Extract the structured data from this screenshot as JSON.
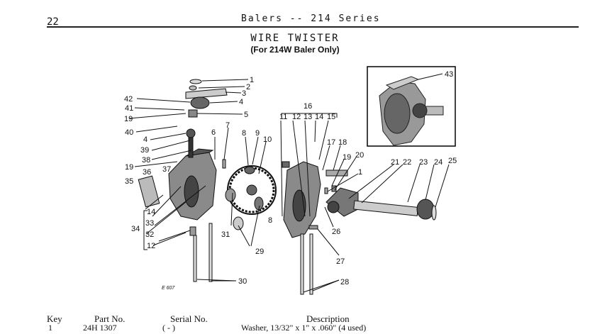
{
  "header": {
    "page_number": "22",
    "running_title": "Balers -- 214 Series"
  },
  "figure": {
    "title": "WIRE TWISTER",
    "subtitle": "(For 214W Baler Only)",
    "caption": "E 607",
    "callouts": [
      "1",
      "2",
      "3",
      "4",
      "5",
      "6",
      "7",
      "8",
      "9",
      "10",
      "11",
      "12",
      "13",
      "14",
      "15",
      "16",
      "17",
      "18",
      "19",
      "20",
      "21",
      "22",
      "23",
      "24",
      "25",
      "26",
      "27",
      "28",
      "29",
      "30",
      "31",
      "32",
      "33",
      "34",
      "35",
      "36",
      "37",
      "38",
      "39",
      "40",
      "41",
      "42",
      "43"
    ],
    "callout_text": {
      "c1": "1",
      "c2": "2",
      "c3": "3",
      "c4": "4",
      "c5": "5",
      "c6": "6",
      "c7": "7",
      "c8": "8",
      "c9": "9",
      "c10": "10",
      "c11": "11",
      "c12": "12",
      "c13": "13",
      "c14": "14",
      "c15": "15",
      "c16": "16",
      "c17": "17",
      "c18": "18",
      "c19": "19",
      "c20": "20",
      "c21": "21",
      "c22": "22",
      "c23": "23",
      "c24": "24",
      "c25": "25",
      "c26": "26",
      "c27": "27",
      "c28": "28",
      "c29": "29",
      "c30": "30",
      "c31": "31",
      "c32": "32",
      "c33": "33",
      "c34": "34",
      "c35": "35",
      "c36": "36",
      "c37": "37",
      "c38": "38",
      "c39": "39",
      "c40": "40",
      "c41": "41",
      "c42": "42",
      "c43": "43"
    }
  },
  "parts_table": {
    "columns": {
      "key": "Key",
      "part_no": "Part No.",
      "serial_no": "Serial No.",
      "description": "Description"
    },
    "rows": [
      {
        "key": "1",
        "part_no": "24H  1307",
        "serial_no": "(     -     )",
        "description": "Washer, 13/32\" x 1\" x .060\" (4 used)"
      }
    ]
  }
}
